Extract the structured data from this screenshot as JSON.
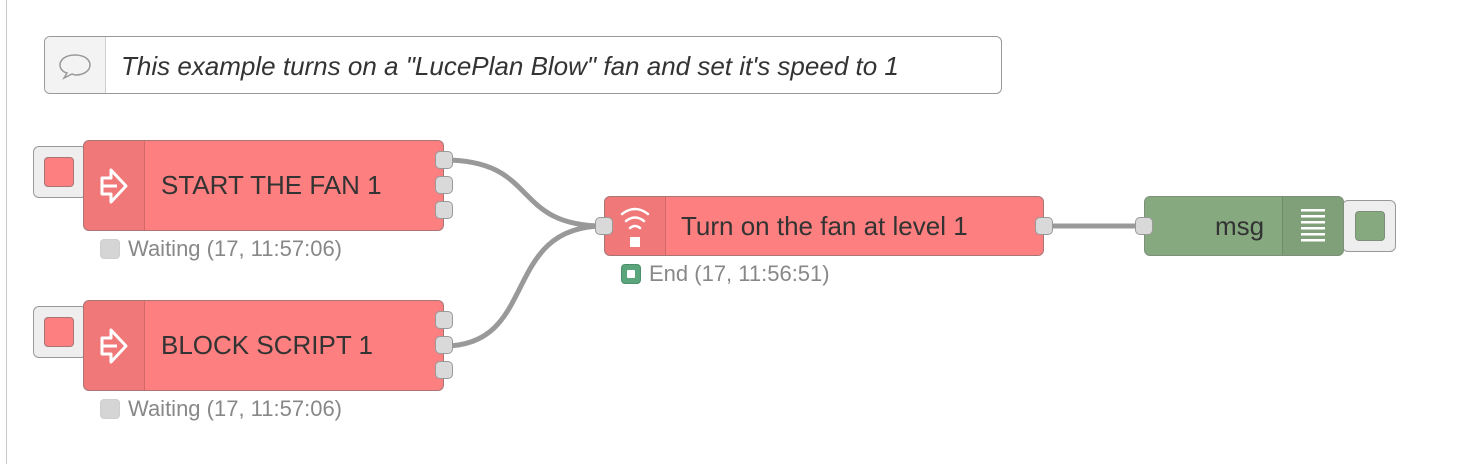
{
  "comment": {
    "text": "This example turns on a \"LucePlan Blow\" fan and set it's speed to 1",
    "icon": "speech-bubble-icon"
  },
  "nodes": {
    "start_fan": {
      "label": "START THE FAN 1",
      "icon": "arrow-right-icon",
      "status": "Waiting (17, 11:57:06)"
    },
    "block_script": {
      "label": "BLOCK SCRIPT 1",
      "icon": "arrow-right-icon",
      "status": "Waiting (17, 11:57:06)"
    },
    "fan_control": {
      "label": "Turn on the fan at level 1",
      "icon": "wifi-signal-icon",
      "status": "End (17, 11:56:51)"
    },
    "debug": {
      "label": "msg",
      "icon": "list-lines-icon"
    }
  },
  "colors": {
    "function_node": "#fd7f7f",
    "debug_node": "#87a980",
    "wire": "#999999",
    "status_end": "#5aa57c",
    "status_waiting": "#d5d5d5"
  }
}
